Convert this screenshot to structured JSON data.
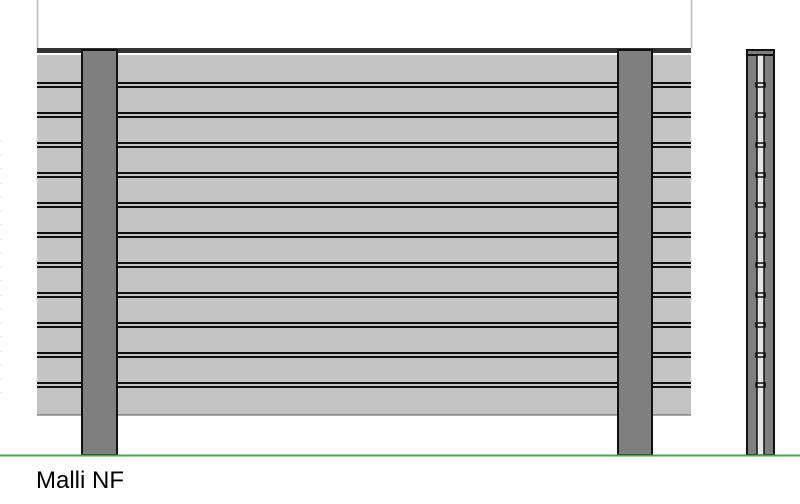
{
  "caption": "Malli NF",
  "drawing": {
    "board_count": 12,
    "post_count": 2,
    "colors": {
      "board": "#c4c4c4",
      "post": "#7f7f7f",
      "outline": "#111111",
      "ground": "#3cb043"
    }
  }
}
